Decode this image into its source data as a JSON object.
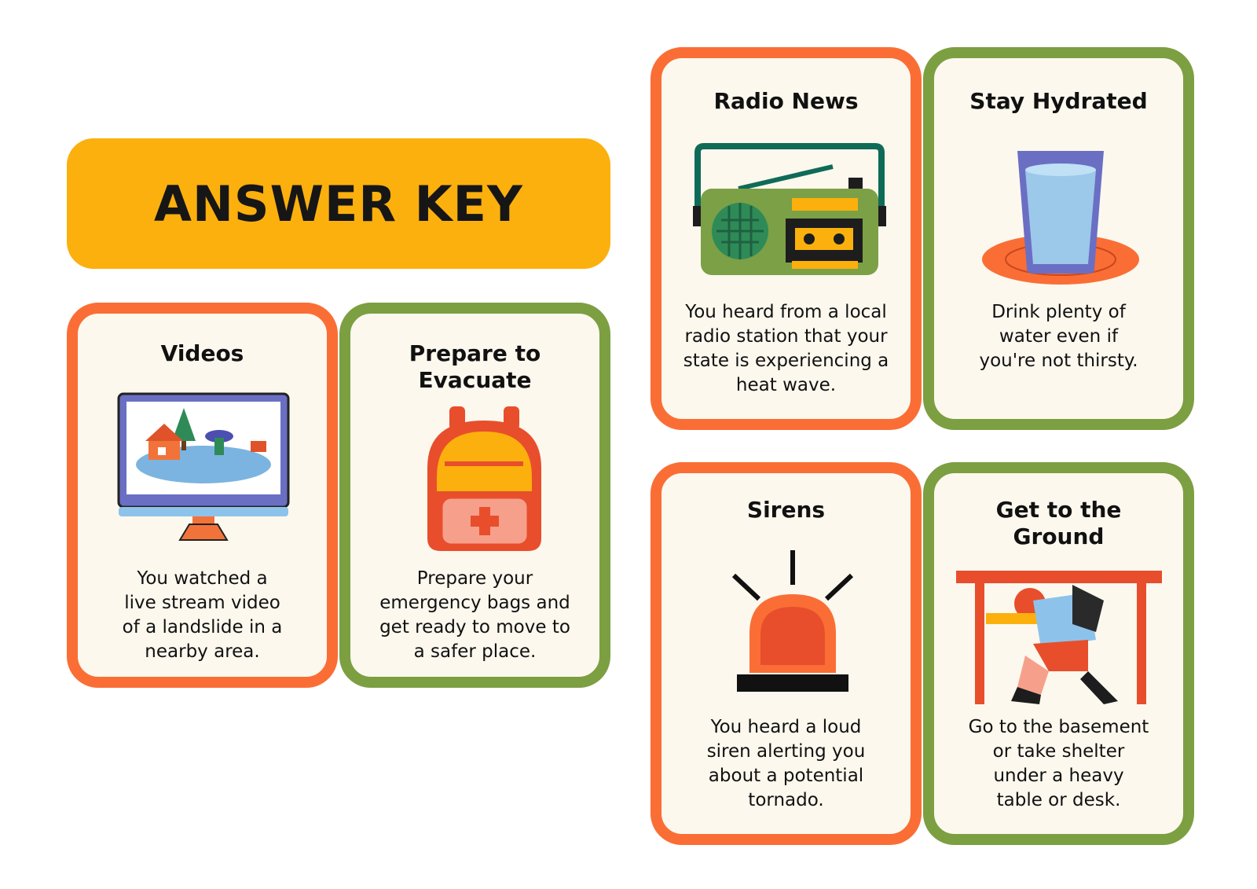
{
  "header": {
    "title": "ANSWER KEY"
  },
  "cards": [
    {
      "id": "videos",
      "title": "Videos",
      "icon": "computer-monitor-landslide-icon",
      "description": "You watched a\nlive stream video\nof a landslide in a\nnearby area."
    },
    {
      "id": "evacuate",
      "title": "Prepare to\nEvacuate",
      "icon": "emergency-backpack-icon",
      "description": "Prepare your\nemergency bags and\nget ready to move to\na safer place."
    },
    {
      "id": "radio",
      "title": "Radio News",
      "icon": "radio-icon",
      "description": "You heard from a local\nradio station that your\nstate is experiencing a\nheat wave."
    },
    {
      "id": "hydrated",
      "title": "Stay Hydrated",
      "icon": "water-glass-icon",
      "description": "Drink plenty of\nwater even if\nyou're not thirsty."
    },
    {
      "id": "sirens",
      "title": "Sirens",
      "icon": "siren-icon",
      "description": "You heard a loud\nsiren alerting you\nabout a potential\ntornado."
    },
    {
      "id": "ground",
      "title": "Get to the\nGround",
      "icon": "person-under-table-icon",
      "description": "Go to the basement\nor take shelter\nunder a heavy\ntable or desk."
    }
  ],
  "colors": {
    "banner": "#FCB00D",
    "orange_border": "#FA6E36",
    "green_border": "#7C9F42",
    "card_bg": "#FCF8EE"
  }
}
